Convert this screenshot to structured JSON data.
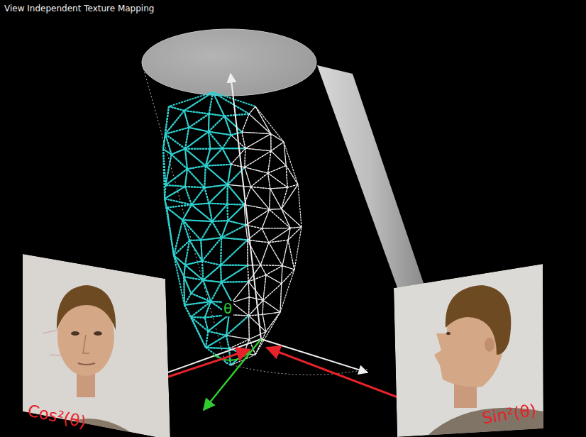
{
  "diagram": {
    "title": "View Independent Texture Mapping",
    "labels": [
      "θ",
      "Cos²(θ)",
      "Sin²(θ)"
    ]
  }
}
